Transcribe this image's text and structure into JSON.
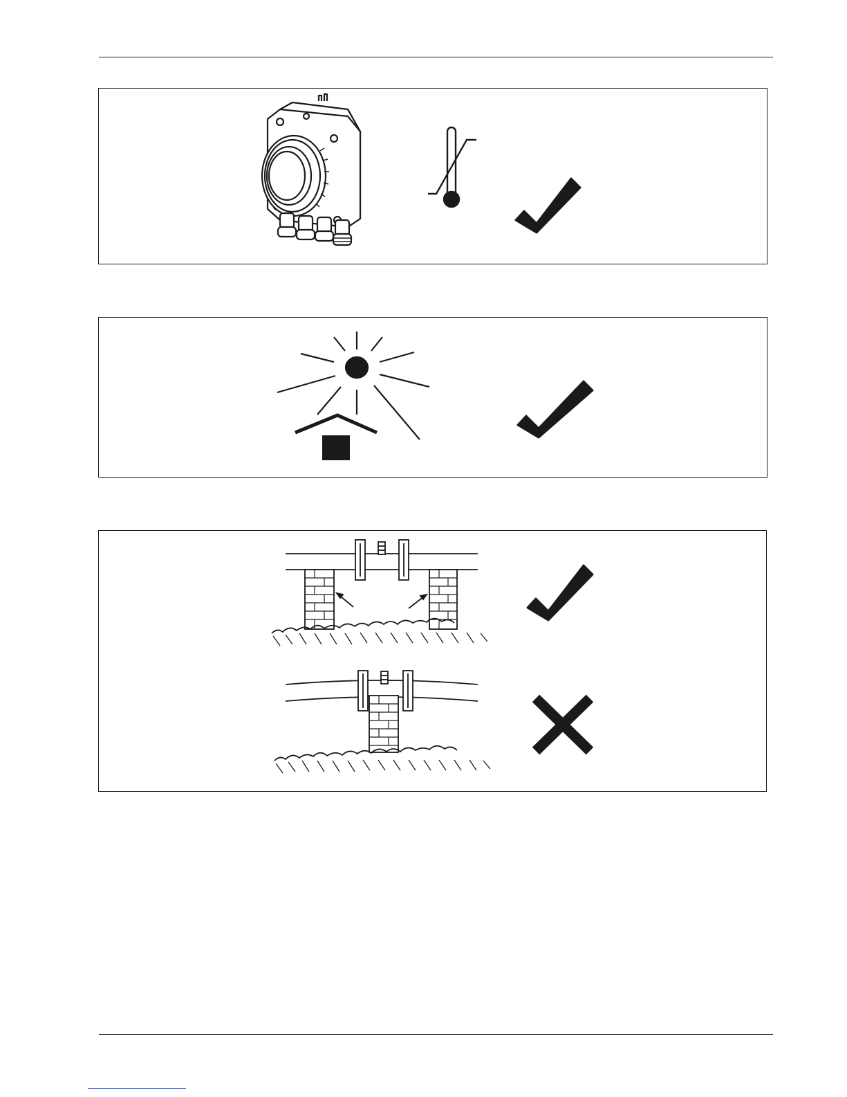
{
  "page": {
    "panels": [
      {
        "id": "ambient-temperature",
        "verdict": "correct"
      },
      {
        "id": "sun-protection",
        "verdict": "correct"
      },
      {
        "id": "pipe-support",
        "verdicts": [
          "correct",
          "incorrect"
        ]
      }
    ],
    "colors": {
      "ink": "#1a1a1a",
      "paper": "#ffffff",
      "link": "#3355dd"
    },
    "icons": [
      "transmitter-housing-icon",
      "thermometer-icon",
      "check-mark-icon",
      "sun-icon",
      "roof-shelter-icon",
      "pipe-supports-icon",
      "cross-mark-icon"
    ]
  }
}
